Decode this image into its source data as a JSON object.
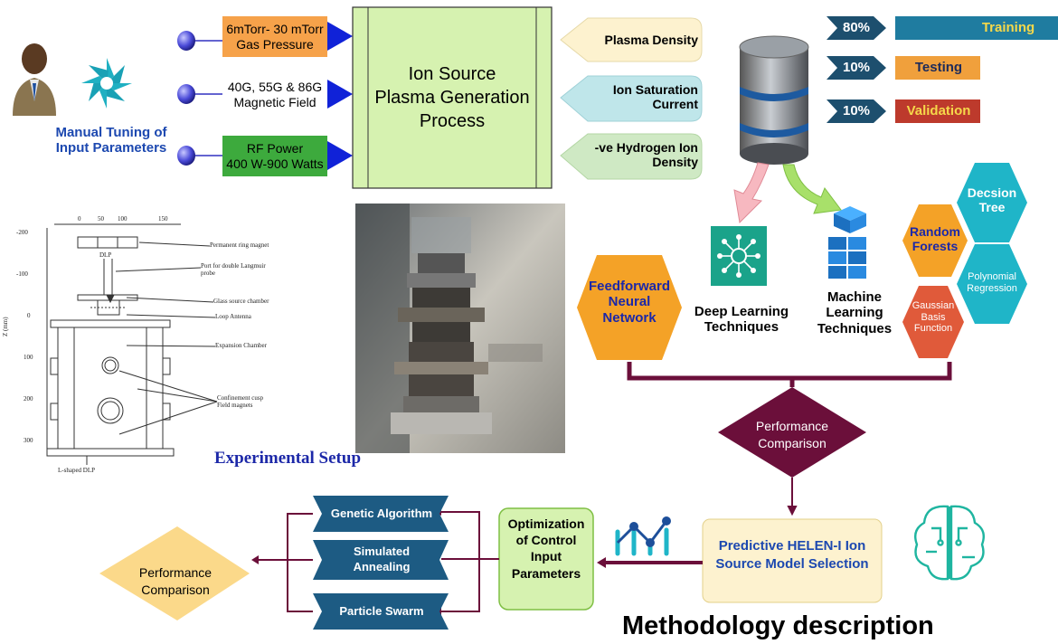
{
  "manual": {
    "line1": "Manual Tuning of",
    "line2": "Input Parameters"
  },
  "inputs": [
    {
      "line1": "6mTorr- 30 mTorr",
      "line2": "Gas Pressure",
      "color": "#f6a24a"
    },
    {
      "line1": "40G, 55G & 86G",
      "line2": "Magnetic Field",
      "color": "#ffffff"
    },
    {
      "line1": "RF Power",
      "line2": "400 W-900 Watts",
      "color": "#3daa3d"
    }
  ],
  "process": {
    "line1": "Ion Source",
    "line2": "Plasma Generation",
    "line3": "Process"
  },
  "outputs": [
    {
      "line1": "Plasma Density",
      "line2": "",
      "color": "#fdf2cf"
    },
    {
      "line1": "Ion Saturation",
      "line2": "Current",
      "color": "#bfe6ea"
    },
    {
      "line1": "-ve Hydrogen Ion",
      "line2": "Density",
      "color": "#cfe9c4"
    }
  ],
  "split": [
    {
      "pct": "80%",
      "label": "Training",
      "color": "#1f7ca0"
    },
    {
      "pct": "10%",
      "label": "Testing",
      "color": "#f0a03c"
    },
    {
      "pct": "10%",
      "label": "Validation",
      "color": "#bd3a2c"
    }
  ],
  "techniques": {
    "deep": {
      "line1": "Deep Learning",
      "line2": "Techniques"
    },
    "ml": {
      "line1": "Machine",
      "line2": "Learning",
      "line3": "Techniques"
    }
  },
  "ffnn": {
    "line1": "Feedforward",
    "line2": "Neural",
    "line3": "Network"
  },
  "hexes": {
    "rf": {
      "line1": "Random",
      "line2": "Forests"
    },
    "dt": {
      "line1": "Decsion",
      "line2": "Tree"
    },
    "pr": {
      "line1": "Polynomial",
      "line2": "Regression"
    },
    "gb": {
      "line1": "Gaussian",
      "line2": "Basis",
      "line3": "Function"
    }
  },
  "perf_diamond": {
    "line1": "Performance",
    "line2": "Comparison"
  },
  "experimental": {
    "title": "Experimental Setup"
  },
  "schematic": {
    "top_ticks": [
      "0",
      "50",
      "100",
      "150"
    ],
    "z_ticks": [
      "-200",
      "-100",
      "0",
      "100",
      "200",
      "300"
    ],
    "zlabel": "Z (mm)",
    "labels": [
      {
        "line1": "Permanent ring magnet",
        "line2": ""
      },
      {
        "line1": "Port for double Langmuir",
        "line2": "probe"
      },
      {
        "line1": "Glass source chamber",
        "line2": ""
      },
      {
        "line1": "Loop Antenna",
        "line2": ""
      },
      {
        "line1": "Expansion Chamber",
        "line2": ""
      },
      {
        "line1": "Confinement cusp",
        "line2": "Field magnets"
      }
    ],
    "dlp": "DLP",
    "lshaped": "L-shaped DLP"
  },
  "model_selection": {
    "line1": "Predictive HELEN-I  Ion",
    "line2": "Source Model Selection"
  },
  "optimization": {
    "line1": "Optimization",
    "line2": "of Control",
    "line3": "Input",
    "line4": "Parameters"
  },
  "algorithms": [
    {
      "line1": "Genetic Algorithm",
      "line2": ""
    },
    {
      "line1": "Simulated",
      "line2": "Annealing"
    },
    {
      "line1": "Particle Swarm",
      "line2": ""
    }
  ],
  "perf_final": {
    "line1": "Performance",
    "line2": "Comparison"
  },
  "footer": {
    "title": "Methodology description"
  },
  "colors": {
    "maroon": "#6b0f3a",
    "process_fill": "#d6f2b0",
    "hex_orange": "#f4a227",
    "hex_teal": "#1fb5c8",
    "hex_red": "#e05a3a",
    "dark_blue": "#1d5b83",
    "node_blue": "#2020d0"
  }
}
